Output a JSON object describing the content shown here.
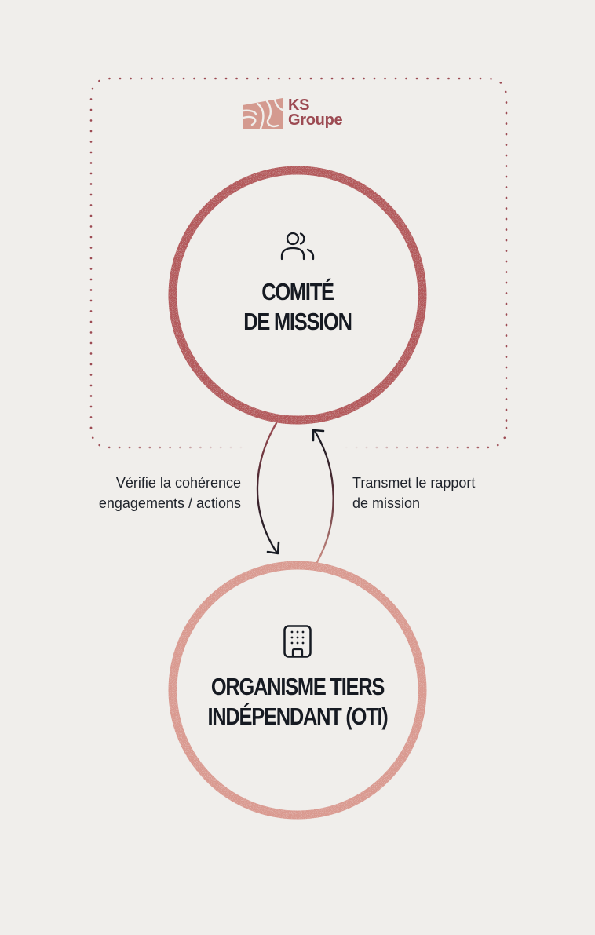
{
  "logo": {
    "line1": "KS",
    "line2": "Groupe",
    "brand_color": "#9c4a52",
    "mark_color": "#d49a8f"
  },
  "nodes": [
    {
      "id": "comite",
      "icon": "users-icon",
      "line1": "COMITÉ",
      "line2": "DE MISSION",
      "ring_color": "#b8605e"
    },
    {
      "id": "oti",
      "icon": "building-icon",
      "line1": "ORGANISME TIERS",
      "line2": "INDÉPENDANT (OTI)",
      "ring_color": "#dc9c92"
    }
  ],
  "edges": [
    {
      "from": "comite",
      "to": "oti",
      "label_line1": "Vérifie la cohérence",
      "label_line2": "engagements / actions"
    },
    {
      "from": "oti",
      "to": "comite",
      "label_line1": "Transmet le rapport",
      "label_line2": "de mission"
    }
  ],
  "colors": {
    "background": "#f0eeeb",
    "boundary_dots": "#9c4a52",
    "text": "#161a22"
  }
}
